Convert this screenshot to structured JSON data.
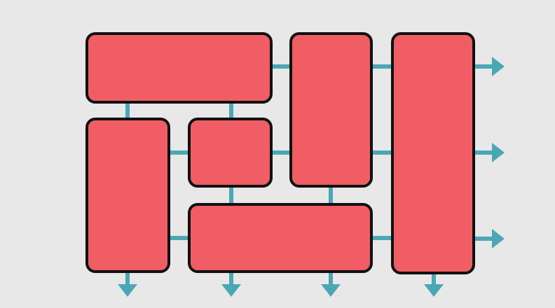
{
  "colors": {
    "background": "#e8e8e8",
    "block_fill": "#f05d64",
    "block_stroke": "#111111",
    "connector": "#4aa8b5"
  },
  "blocks": [
    {
      "id": "wide-top"
    },
    {
      "id": "tall-left"
    },
    {
      "id": "small-center"
    },
    {
      "id": "tall-middle"
    },
    {
      "id": "wide-bottom"
    },
    {
      "id": "tall-right"
    }
  ],
  "arrows": {
    "right_outputs": 3,
    "bottom_outputs": 4
  }
}
